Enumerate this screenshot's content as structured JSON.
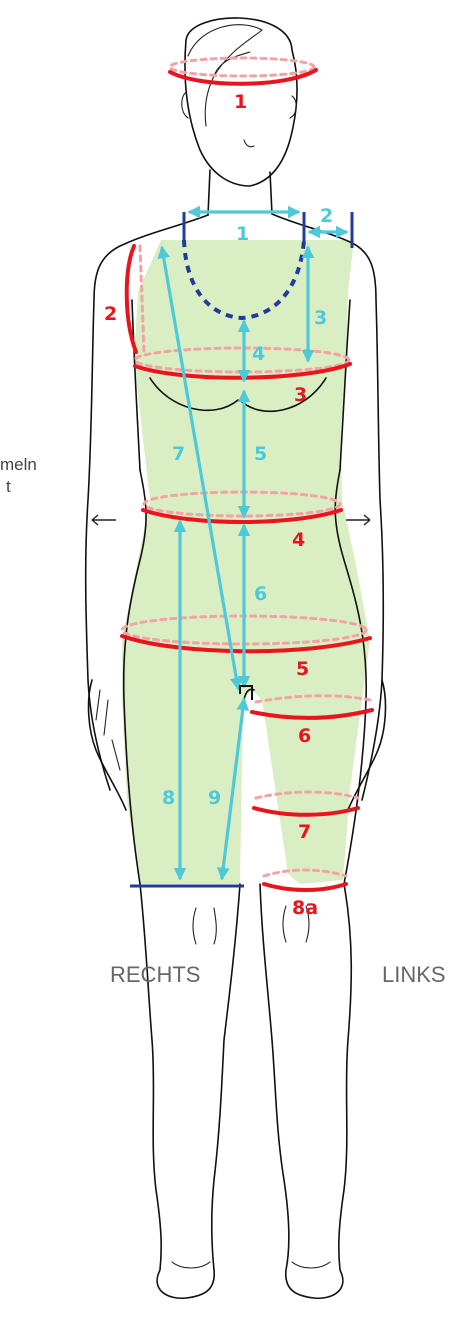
{
  "labels": {
    "red": {
      "head_1": "1",
      "shoulder_2": "2",
      "chest_3": "3",
      "waist_4": "4",
      "hip_5": "5",
      "thigh_6": "6",
      "thigh_7": "7",
      "knee_8a": "8a"
    },
    "cyan": {
      "shoulder_width_1": "1",
      "shoulder_2": "2",
      "length_3": "3",
      "length_4": "4",
      "length_5": "5",
      "length_6": "6",
      "length_7": "7",
      "length_8": "8",
      "length_9": "9"
    }
  },
  "side_left": "RECHTS",
  "side_right": "LINKS",
  "cropped_note": [
    "meln",
    "t"
  ],
  "colors": {
    "red": "#e8141e",
    "cyan": "#4fc9d8",
    "blue": "#1f3c9c",
    "fill": "#d9efc3"
  }
}
